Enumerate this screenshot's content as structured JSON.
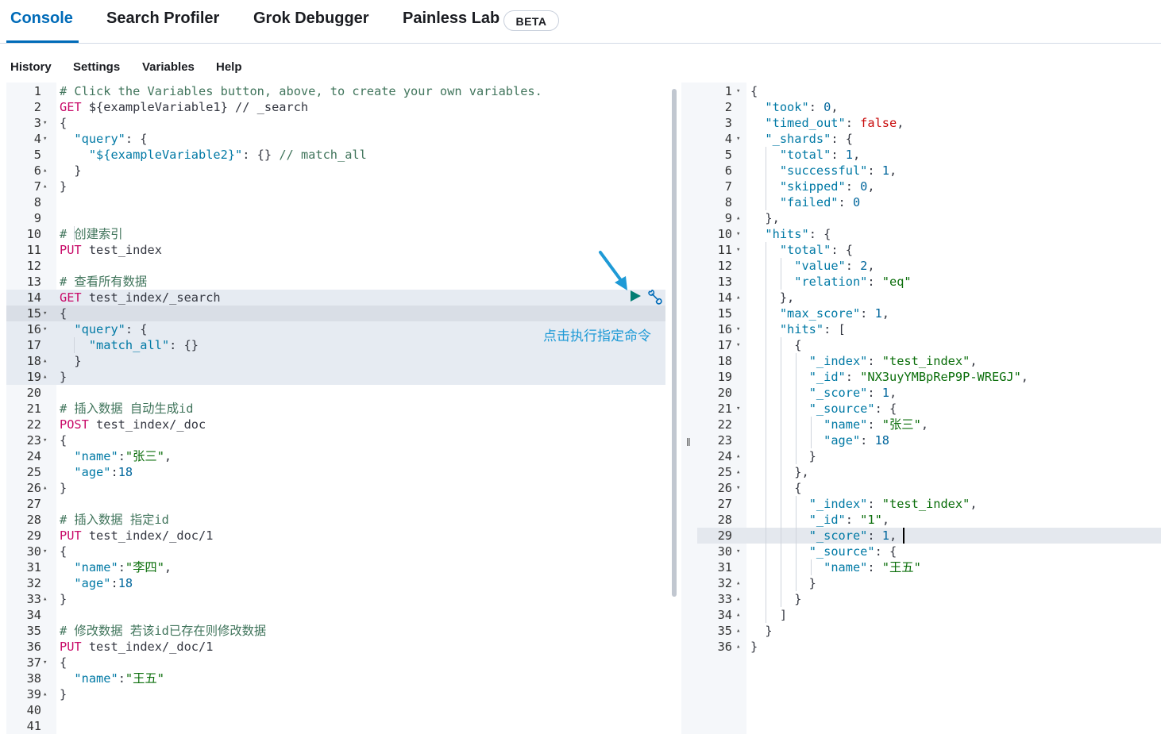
{
  "tabs": [
    {
      "label": "Console",
      "active": true
    },
    {
      "label": "Search Profiler",
      "active": false
    },
    {
      "label": "Grok Debugger",
      "active": false
    },
    {
      "label": "Painless Lab",
      "active": false
    }
  ],
  "beta_badge": "BETA",
  "menu": [
    "History",
    "Settings",
    "Variables",
    "Help"
  ],
  "annotation": "点击执行指定命令",
  "colors": {
    "accent": "#006bb8",
    "annotation": "#1e9ad6",
    "run_button": "#017d73"
  },
  "icons": [
    "play-icon",
    "wrench-icon",
    "resize-handle-icon",
    "fold-icon"
  ],
  "request_editor": {
    "active_line": 15,
    "lines": [
      {
        "n": "1",
        "fold": "",
        "t": [
          [
            "comment",
            "# Click the Variables button, above, to create your own variables."
          ]
        ]
      },
      {
        "n": "2",
        "fold": "",
        "t": [
          [
            "kw-method",
            "GET"
          ],
          [
            "plain",
            " ${exampleVariable1} // _search"
          ]
        ]
      },
      {
        "n": "3",
        "fold": "▾",
        "t": [
          [
            "plain",
            "{"
          ]
        ]
      },
      {
        "n": "4",
        "fold": "▾",
        "t": [
          [
            "plain",
            "  "
          ],
          [
            "key",
            "\"query\""
          ],
          [
            "plain",
            ": {"
          ]
        ]
      },
      {
        "n": "5",
        "fold": "",
        "t": [
          [
            "plain",
            "    "
          ],
          [
            "key",
            "\"${exampleVariable2}\""
          ],
          [
            "plain",
            ": {} "
          ],
          [
            "comment",
            "// match_all"
          ]
        ]
      },
      {
        "n": "6",
        "fold": "▴",
        "t": [
          [
            "plain",
            "  }"
          ]
        ]
      },
      {
        "n": "7",
        "fold": "▴",
        "t": [
          [
            "plain",
            "}"
          ]
        ]
      },
      {
        "n": "8",
        "fold": "",
        "t": []
      },
      {
        "n": "9",
        "fold": "",
        "t": []
      },
      {
        "n": "10",
        "fold": "",
        "t": [
          [
            "comment",
            "# 创建索引"
          ]
        ]
      },
      {
        "n": "11",
        "fold": "",
        "t": [
          [
            "kw-method",
            "PUT"
          ],
          [
            "plain",
            " test_index"
          ]
        ]
      },
      {
        "n": "12",
        "fold": "",
        "t": []
      },
      {
        "n": "13",
        "fold": "",
        "t": [
          [
            "comment",
            "# 查看所有数据"
          ]
        ]
      },
      {
        "n": "14",
        "fold": "",
        "t": [
          [
            "kw-method",
            "GET"
          ],
          [
            "plain",
            " test_index/_search"
          ]
        ]
      },
      {
        "n": "15",
        "fold": "▾",
        "t": [
          [
            "plain",
            "{"
          ]
        ]
      },
      {
        "n": "16",
        "fold": "▾",
        "t": [
          [
            "plain",
            "  "
          ],
          [
            "key",
            "\"query\""
          ],
          [
            "plain",
            ": {"
          ]
        ]
      },
      {
        "n": "17",
        "fold": "",
        "t": [
          [
            "plain",
            "    "
          ],
          [
            "key",
            "\"match_all\""
          ],
          [
            "plain",
            ": {}"
          ]
        ]
      },
      {
        "n": "18",
        "fold": "▴",
        "t": [
          [
            "plain",
            "  }"
          ]
        ]
      },
      {
        "n": "19",
        "fold": "▴",
        "t": [
          [
            "plain",
            "}"
          ]
        ]
      },
      {
        "n": "20",
        "fold": "",
        "t": []
      },
      {
        "n": "21",
        "fold": "",
        "t": [
          [
            "comment",
            "# 插入数据 自动生成id"
          ]
        ]
      },
      {
        "n": "22",
        "fold": "",
        "t": [
          [
            "kw-method",
            "POST"
          ],
          [
            "plain",
            " test_index/_doc"
          ]
        ]
      },
      {
        "n": "23",
        "fold": "▾",
        "t": [
          [
            "plain",
            "{"
          ]
        ]
      },
      {
        "n": "24",
        "fold": "",
        "t": [
          [
            "plain",
            "  "
          ],
          [
            "key",
            "\"name\""
          ],
          [
            "plain",
            ":"
          ],
          [
            "str",
            "\"张三\""
          ],
          [
            "plain",
            ","
          ]
        ]
      },
      {
        "n": "25",
        "fold": "",
        "t": [
          [
            "plain",
            "  "
          ],
          [
            "key",
            "\"age\""
          ],
          [
            "plain",
            ":"
          ],
          [
            "num",
            "18"
          ]
        ]
      },
      {
        "n": "26",
        "fold": "▴",
        "t": [
          [
            "plain",
            "}"
          ]
        ]
      },
      {
        "n": "27",
        "fold": "",
        "t": []
      },
      {
        "n": "28",
        "fold": "",
        "t": [
          [
            "comment",
            "# 插入数据 指定id"
          ]
        ]
      },
      {
        "n": "29",
        "fold": "",
        "t": [
          [
            "kw-method",
            "PUT"
          ],
          [
            "plain",
            " test_index/_doc/1"
          ]
        ]
      },
      {
        "n": "30",
        "fold": "▾",
        "t": [
          [
            "plain",
            "{"
          ]
        ]
      },
      {
        "n": "31",
        "fold": "",
        "t": [
          [
            "plain",
            "  "
          ],
          [
            "key",
            "\"name\""
          ],
          [
            "plain",
            ":"
          ],
          [
            "str",
            "\"李四\""
          ],
          [
            "plain",
            ","
          ]
        ]
      },
      {
        "n": "32",
        "fold": "",
        "t": [
          [
            "plain",
            "  "
          ],
          [
            "key",
            "\"age\""
          ],
          [
            "plain",
            ":"
          ],
          [
            "num",
            "18"
          ]
        ]
      },
      {
        "n": "33",
        "fold": "▴",
        "t": [
          [
            "plain",
            "}"
          ]
        ]
      },
      {
        "n": "34",
        "fold": "",
        "t": []
      },
      {
        "n": "35",
        "fold": "",
        "t": [
          [
            "comment",
            "# 修改数据 若该id已存在则修改数据"
          ]
        ]
      },
      {
        "n": "36",
        "fold": "",
        "t": [
          [
            "kw-method",
            "PUT"
          ],
          [
            "plain",
            " test_index/_doc/1"
          ]
        ]
      },
      {
        "n": "37",
        "fold": "▾",
        "t": [
          [
            "plain",
            "{"
          ]
        ]
      },
      {
        "n": "38",
        "fold": "",
        "t": [
          [
            "plain",
            "  "
          ],
          [
            "key",
            "\"name\""
          ],
          [
            "plain",
            ":"
          ],
          [
            "str",
            "\"王五\""
          ]
        ]
      },
      {
        "n": "39",
        "fold": "▴",
        "t": [
          [
            "plain",
            "}"
          ]
        ]
      },
      {
        "n": "40",
        "fold": "",
        "t": []
      },
      {
        "n": "41",
        "fold": "",
        "t": []
      }
    ]
  },
  "response_viewer": {
    "active_line": 29,
    "lines": [
      {
        "n": "1",
        "fold": "▾",
        "t": [
          [
            "plain",
            "{"
          ]
        ]
      },
      {
        "n": "2",
        "fold": "",
        "t": [
          [
            "plain",
            "  "
          ],
          [
            "key",
            "\"took\""
          ],
          [
            "plain",
            ": "
          ],
          [
            "num",
            "0"
          ],
          [
            "plain",
            ","
          ]
        ]
      },
      {
        "n": "3",
        "fold": "",
        "t": [
          [
            "plain",
            "  "
          ],
          [
            "key",
            "\"timed_out\""
          ],
          [
            "plain",
            ": "
          ],
          [
            "bool",
            "false"
          ],
          [
            "plain",
            ","
          ]
        ]
      },
      {
        "n": "4",
        "fold": "▾",
        "t": [
          [
            "plain",
            "  "
          ],
          [
            "key",
            "\"_shards\""
          ],
          [
            "plain",
            ": {"
          ]
        ]
      },
      {
        "n": "5",
        "fold": "",
        "t": [
          [
            "plain",
            "    "
          ],
          [
            "key",
            "\"total\""
          ],
          [
            "plain",
            ": "
          ],
          [
            "num",
            "1"
          ],
          [
            "plain",
            ","
          ]
        ]
      },
      {
        "n": "6",
        "fold": "",
        "t": [
          [
            "plain",
            "    "
          ],
          [
            "key",
            "\"successful\""
          ],
          [
            "plain",
            ": "
          ],
          [
            "num",
            "1"
          ],
          [
            "plain",
            ","
          ]
        ]
      },
      {
        "n": "7",
        "fold": "",
        "t": [
          [
            "plain",
            "    "
          ],
          [
            "key",
            "\"skipped\""
          ],
          [
            "plain",
            ": "
          ],
          [
            "num",
            "0"
          ],
          [
            "plain",
            ","
          ]
        ]
      },
      {
        "n": "8",
        "fold": "",
        "t": [
          [
            "plain",
            "    "
          ],
          [
            "key",
            "\"failed\""
          ],
          [
            "plain",
            ": "
          ],
          [
            "num",
            "0"
          ]
        ]
      },
      {
        "n": "9",
        "fold": "▴",
        "t": [
          [
            "plain",
            "  },"
          ]
        ]
      },
      {
        "n": "10",
        "fold": "▾",
        "t": [
          [
            "plain",
            "  "
          ],
          [
            "key",
            "\"hits\""
          ],
          [
            "plain",
            ": {"
          ]
        ]
      },
      {
        "n": "11",
        "fold": "▾",
        "t": [
          [
            "plain",
            "    "
          ],
          [
            "key",
            "\"total\""
          ],
          [
            "plain",
            ": {"
          ]
        ]
      },
      {
        "n": "12",
        "fold": "",
        "t": [
          [
            "plain",
            "      "
          ],
          [
            "key",
            "\"value\""
          ],
          [
            "plain",
            ": "
          ],
          [
            "num",
            "2"
          ],
          [
            "plain",
            ","
          ]
        ]
      },
      {
        "n": "13",
        "fold": "",
        "t": [
          [
            "plain",
            "      "
          ],
          [
            "key",
            "\"relation\""
          ],
          [
            "plain",
            ": "
          ],
          [
            "str",
            "\"eq\""
          ]
        ]
      },
      {
        "n": "14",
        "fold": "▴",
        "t": [
          [
            "plain",
            "    },"
          ]
        ]
      },
      {
        "n": "15",
        "fold": "",
        "t": [
          [
            "plain",
            "    "
          ],
          [
            "key",
            "\"max_score\""
          ],
          [
            "plain",
            ": "
          ],
          [
            "num",
            "1"
          ],
          [
            "plain",
            ","
          ]
        ]
      },
      {
        "n": "16",
        "fold": "▾",
        "t": [
          [
            "plain",
            "    "
          ],
          [
            "key",
            "\"hits\""
          ],
          [
            "plain",
            ": ["
          ]
        ]
      },
      {
        "n": "17",
        "fold": "▾",
        "t": [
          [
            "plain",
            "      {"
          ]
        ]
      },
      {
        "n": "18",
        "fold": "",
        "t": [
          [
            "plain",
            "        "
          ],
          [
            "key",
            "\"_index\""
          ],
          [
            "plain",
            ": "
          ],
          [
            "str",
            "\"test_index\""
          ],
          [
            "plain",
            ","
          ]
        ]
      },
      {
        "n": "19",
        "fold": "",
        "t": [
          [
            "plain",
            "        "
          ],
          [
            "key",
            "\"_id\""
          ],
          [
            "plain",
            ": "
          ],
          [
            "str",
            "\"NX3uyYMBpReP9P-WREGJ\""
          ],
          [
            "plain",
            ","
          ]
        ]
      },
      {
        "n": "20",
        "fold": "",
        "t": [
          [
            "plain",
            "        "
          ],
          [
            "key",
            "\"_score\""
          ],
          [
            "plain",
            ": "
          ],
          [
            "num",
            "1"
          ],
          [
            "plain",
            ","
          ]
        ]
      },
      {
        "n": "21",
        "fold": "▾",
        "t": [
          [
            "plain",
            "        "
          ],
          [
            "key",
            "\"_source\""
          ],
          [
            "plain",
            ": {"
          ]
        ]
      },
      {
        "n": "22",
        "fold": "",
        "t": [
          [
            "plain",
            "          "
          ],
          [
            "key",
            "\"name\""
          ],
          [
            "plain",
            ": "
          ],
          [
            "str",
            "\"张三\""
          ],
          [
            "plain",
            ","
          ]
        ]
      },
      {
        "n": "23",
        "fold": "",
        "t": [
          [
            "plain",
            "          "
          ],
          [
            "key",
            "\"age\""
          ],
          [
            "plain",
            ": "
          ],
          [
            "num",
            "18"
          ]
        ]
      },
      {
        "n": "24",
        "fold": "▴",
        "t": [
          [
            "plain",
            "        }"
          ]
        ]
      },
      {
        "n": "25",
        "fold": "▴",
        "t": [
          [
            "plain",
            "      },"
          ]
        ]
      },
      {
        "n": "26",
        "fold": "▾",
        "t": [
          [
            "plain",
            "      {"
          ]
        ]
      },
      {
        "n": "27",
        "fold": "",
        "t": [
          [
            "plain",
            "        "
          ],
          [
            "key",
            "\"_index\""
          ],
          [
            "plain",
            ": "
          ],
          [
            "str",
            "\"test_index\""
          ],
          [
            "plain",
            ","
          ]
        ]
      },
      {
        "n": "28",
        "fold": "",
        "t": [
          [
            "plain",
            "        "
          ],
          [
            "key",
            "\"_id\""
          ],
          [
            "plain",
            ": "
          ],
          [
            "str",
            "\"1\""
          ],
          [
            "plain",
            ","
          ]
        ]
      },
      {
        "n": "29",
        "fold": "",
        "t": [
          [
            "plain",
            "        "
          ],
          [
            "key",
            "\"_score\""
          ],
          [
            "plain",
            ": "
          ],
          [
            "num",
            "1"
          ],
          [
            "plain",
            ","
          ]
        ]
      },
      {
        "n": "30",
        "fold": "▾",
        "t": [
          [
            "plain",
            "        "
          ],
          [
            "key",
            "\"_source\""
          ],
          [
            "plain",
            ": {"
          ]
        ]
      },
      {
        "n": "31",
        "fold": "",
        "t": [
          [
            "plain",
            "          "
          ],
          [
            "key",
            "\"name\""
          ],
          [
            "plain",
            ": "
          ],
          [
            "str",
            "\"王五\""
          ]
        ]
      },
      {
        "n": "32",
        "fold": "▴",
        "t": [
          [
            "plain",
            "        }"
          ]
        ]
      },
      {
        "n": "33",
        "fold": "▴",
        "t": [
          [
            "plain",
            "      }"
          ]
        ]
      },
      {
        "n": "34",
        "fold": "▴",
        "t": [
          [
            "plain",
            "    ]"
          ]
        ]
      },
      {
        "n": "35",
        "fold": "▴",
        "t": [
          [
            "plain",
            "  }"
          ]
        ]
      },
      {
        "n": "36",
        "fold": "▴",
        "t": [
          [
            "plain",
            "}"
          ]
        ]
      }
    ]
  }
}
